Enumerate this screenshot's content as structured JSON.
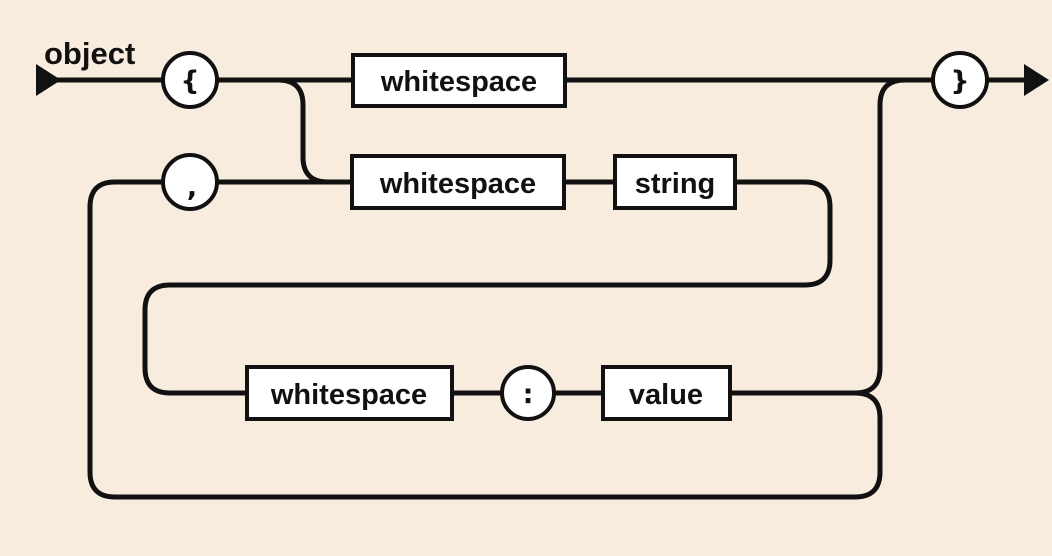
{
  "diagram": {
    "title": "object",
    "colors": {
      "background": "#f8ecdf",
      "line": "#111111",
      "node_fill": "#ffffff",
      "text": "#111111"
    },
    "start": {
      "icon": "start-arrow-right"
    },
    "end": {
      "icon": "end-arrow-right"
    },
    "terminals": {
      "open_brace": "{",
      "close_brace": "}",
      "comma": ",",
      "colon": ":"
    },
    "nonterminals": {
      "whitespace_top": "whitespace",
      "whitespace_pair": "whitespace",
      "string": "string",
      "whitespace_value": "whitespace",
      "value": "value"
    }
  }
}
